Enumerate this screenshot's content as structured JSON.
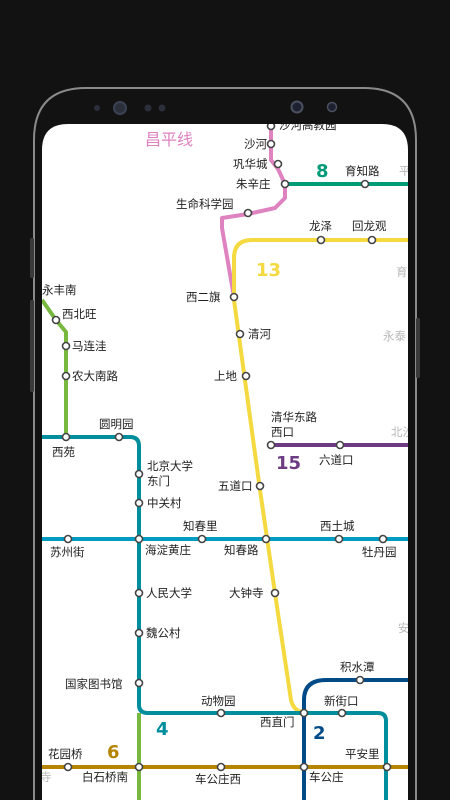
{
  "line_labels": {
    "changping": "昌平线",
    "l8": "8",
    "l13": "13",
    "l15": "15",
    "l4": "4",
    "l2": "2",
    "l6": "6"
  },
  "stations": {
    "shahe_gaojiaoyuan": "沙河高教园",
    "shahe": "沙河",
    "gonghuacheng": "巩华城",
    "zhuxinzhuang": "朱辛庄",
    "yuzhilu": "育知路",
    "shengmingkexueyuan": "生命科学园",
    "longze": "龙泽",
    "huilongguan": "回龙观",
    "xierqi": "西二旗",
    "yongfengnan": "永丰南",
    "xibeiwang": "西北旺",
    "malianwa": "马连洼",
    "qinghe": "清河",
    "nongda_nanlu": "农大南路",
    "shangdi": "上地",
    "qinghua_donglu_1": "清华东路",
    "qinghua_donglu_2": "西口",
    "yuanmingyuan": "圆明园",
    "xiyuan": "西苑",
    "liudaokou": "六道口",
    "pku_1": "北京大学",
    "pku_2": "东门",
    "wudaokou": "五道口",
    "zhongguancun": "中关村",
    "zhichunli": "知春里",
    "xitucheng": "西土城",
    "suzhoujie": "苏州街",
    "haidianhuangzhuang": "海淀黄庄",
    "zhichunlu": "知春路",
    "mudanyuan": "牡丹园",
    "renmin_daxue": "人民大学",
    "dazhongsi": "大钟寺",
    "weigongcun": "魏公村",
    "jishuitan": "积水潭",
    "guojia_tushuguan": "国家图书馆",
    "xinjiekou": "新街口",
    "dongwuyuan": "动物园",
    "xizhimen": "西直门",
    "huayuanqiao": "花园桥",
    "pinganli": "平安里",
    "baishiqiaonan": "白石桥南",
    "chegongzhuangxi": "车公庄西",
    "chegongzhuang": "车公庄"
  },
  "faint_labels": {
    "edge_top_right": "平",
    "edge_yu": "育",
    "edge_yongtai": "永泰",
    "edge_bei": "北沙",
    "edge_an": "安",
    "edge_si": "寺"
  },
  "colors": {
    "changping_line": "#de82c0",
    "line8": "#009b77",
    "line13": "#f4da40",
    "line15": "#6d3b82",
    "line4": "#008e9c",
    "line2": "#004b87",
    "line6": "#b58500",
    "line10": "#009bc0",
    "xijiao_line": "#78b83e",
    "station_fill": "#ffffff",
    "station_stroke": "#444444"
  }
}
